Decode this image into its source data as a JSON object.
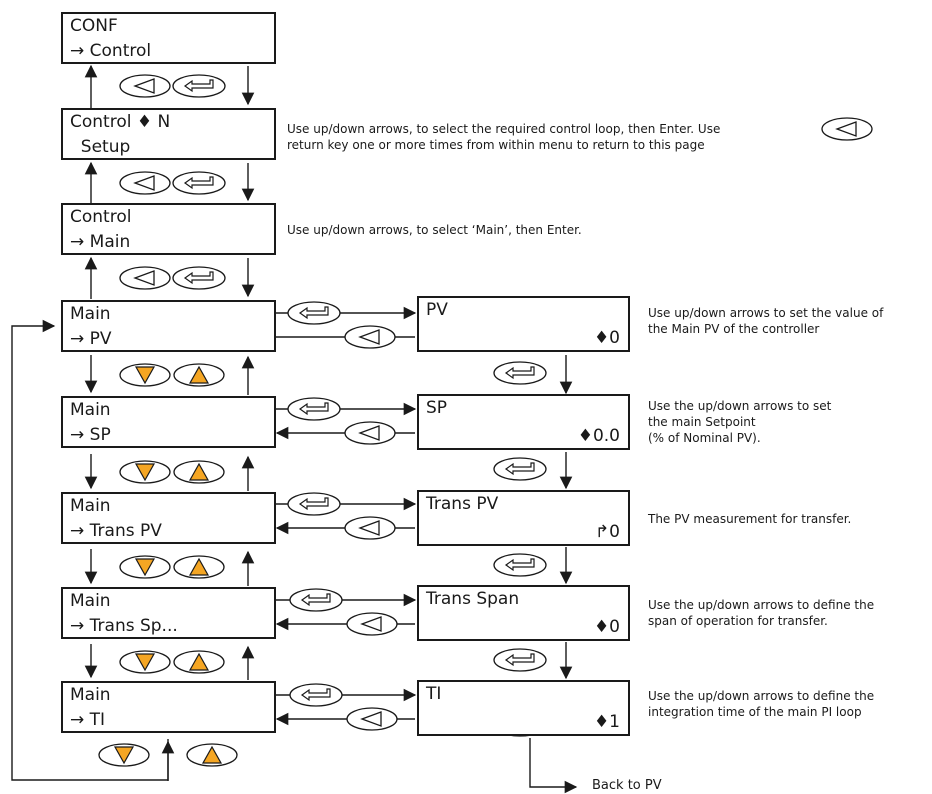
{
  "left_screens": [
    {
      "line1": "CONF",
      "line2": "→ Control"
    },
    {
      "line1": "Control ♦ N",
      "line2": "  Setup"
    },
    {
      "line1": "Control",
      "line2": "→ Main"
    },
    {
      "line1": "Main",
      "line2": "→ PV"
    },
    {
      "line1": "Main",
      "line2": "→ SP"
    },
    {
      "line1": "Main",
      "line2": "→ Trans PV"
    },
    {
      "line1": "Main",
      "line2": "→ Trans Sp..."
    },
    {
      "line1": "Main",
      "line2": "→ TI"
    }
  ],
  "right_screens": [
    {
      "title": "PV",
      "value": "♦0"
    },
    {
      "title": "SP",
      "value": "♦0.0"
    },
    {
      "title": "Trans PV",
      "value": "↱0"
    },
    {
      "title": "Trans Span",
      "value": "♦0"
    },
    {
      "title": "TI",
      "value": "♦1"
    }
  ],
  "descriptions": {
    "control_setup": [
      "Use up/down arrows, to select the required control loop, then Enter. Use",
      "return key one or more times from within menu to return to this page"
    ],
    "control_main": [
      "Use up/down arrows, to select ‘Main’, then Enter."
    ],
    "pv": [
      "Use up/down arrows to set the value of",
      "the Main PV of the controller"
    ],
    "sp": [
      "Use the up/down arrows to set",
      "the main Setpoint",
      "(% of Nominal PV)."
    ],
    "trans_pv": [
      "The PV measurement for transfer."
    ],
    "trans_span": [
      "Use the up/down arrows to define the",
      "span of operation for transfer."
    ],
    "ti": [
      "Use the up/down arrows to define the",
      "integration time of the main PI loop"
    ]
  },
  "back_label": "Back to PV",
  "icons": {
    "back_key": "back-key-icon",
    "enter_key": "enter-key-icon",
    "down_key": "down-arrow-key-icon",
    "up_key": "up-arrow-key-icon"
  },
  "colors": {
    "key_fill": "#f5a623",
    "line": "#1a1a1a"
  }
}
